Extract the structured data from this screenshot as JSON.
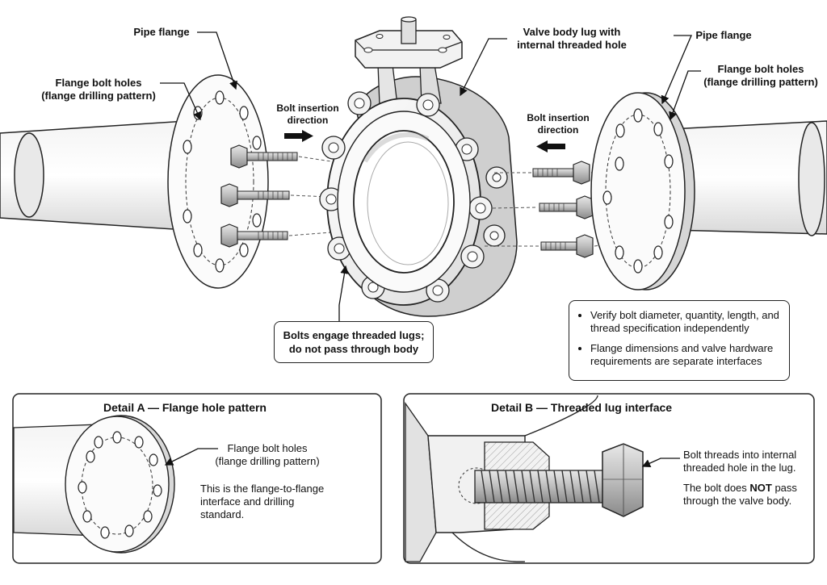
{
  "labels": {
    "pipe_flange_left": "Pipe flange",
    "pipe_flange_right": "Pipe flange",
    "flange_holes_left_1": "Flange bolt holes",
    "flange_holes_left_2": "(flange drilling pattern)",
    "flange_holes_right_1": "Flange bolt holes",
    "flange_holes_right_2": "(flange drilling pattern)",
    "bolt_dir_left_1": "Bolt insertion",
    "bolt_dir_left_2": "direction",
    "bolt_dir_right_1": "Bolt insertion",
    "bolt_dir_right_2": "direction",
    "valve_lug_1": "Valve body lug with",
    "valve_lug_2": "internal threaded hole",
    "engage_1": "Bolts engage threaded lugs;",
    "engage_2": "do not pass through body"
  },
  "notes": [
    "Verify bolt diameter, quantity, length, and thread specification independently",
    "Flange dimensions and valve hardware requirements are separate interfaces"
  ],
  "detail_a": {
    "title": "Detail A — Flange hole pattern",
    "label_1": "Flange bolt holes",
    "label_2": "(flange drilling pattern)",
    "desc_1": "This is the flange-to-flange",
    "desc_2": "interface and drilling",
    "desc_3": "standard."
  },
  "detail_b": {
    "title": "Detail B — Threaded lug interface",
    "text_1": "Bolt threads into internal",
    "text_2": "threaded hole in the lug.",
    "text_3a": "The bolt does ",
    "text_3b": "NOT",
    "text_3c": " pass",
    "text_4": "through the valve body."
  }
}
